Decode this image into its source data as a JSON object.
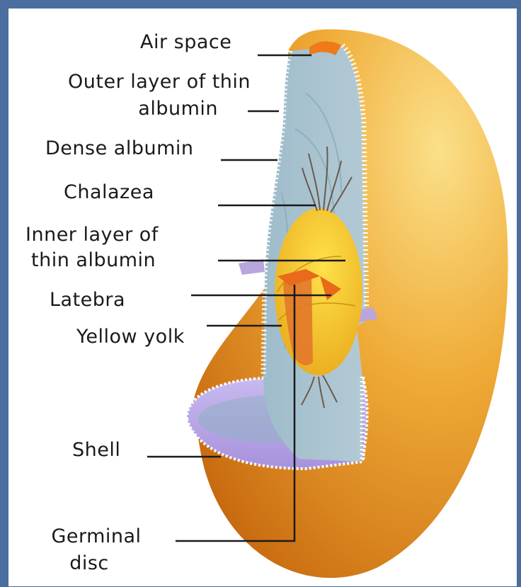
{
  "diagram": {
    "labels": {
      "air_space": "Air space",
      "outer_thin_albumin_line1": "Outer layer of thin",
      "outer_thin_albumin_line2": "albumin",
      "dense_albumin": "Dense albumin",
      "chalazea": "Chalazea",
      "inner_thin_albumin_line1": "Inner layer of",
      "inner_thin_albumin_line2": "thin albumin",
      "latebra": "Latebra",
      "yellow_yolk": "Yellow yolk",
      "shell": "Shell",
      "germinal_disc_line1": "Germinal",
      "germinal_disc_line2": "disc"
    },
    "colors": {
      "background": "#4a6e9e",
      "shell": "#e08a1c",
      "albumin": "#a9c3cf",
      "membrane": "#b8a6dc",
      "yolk": "#f2c21c",
      "latebra": "#e2782a",
      "air_space": "#ee7a1a",
      "leader_line": "#1a1a1a"
    }
  }
}
